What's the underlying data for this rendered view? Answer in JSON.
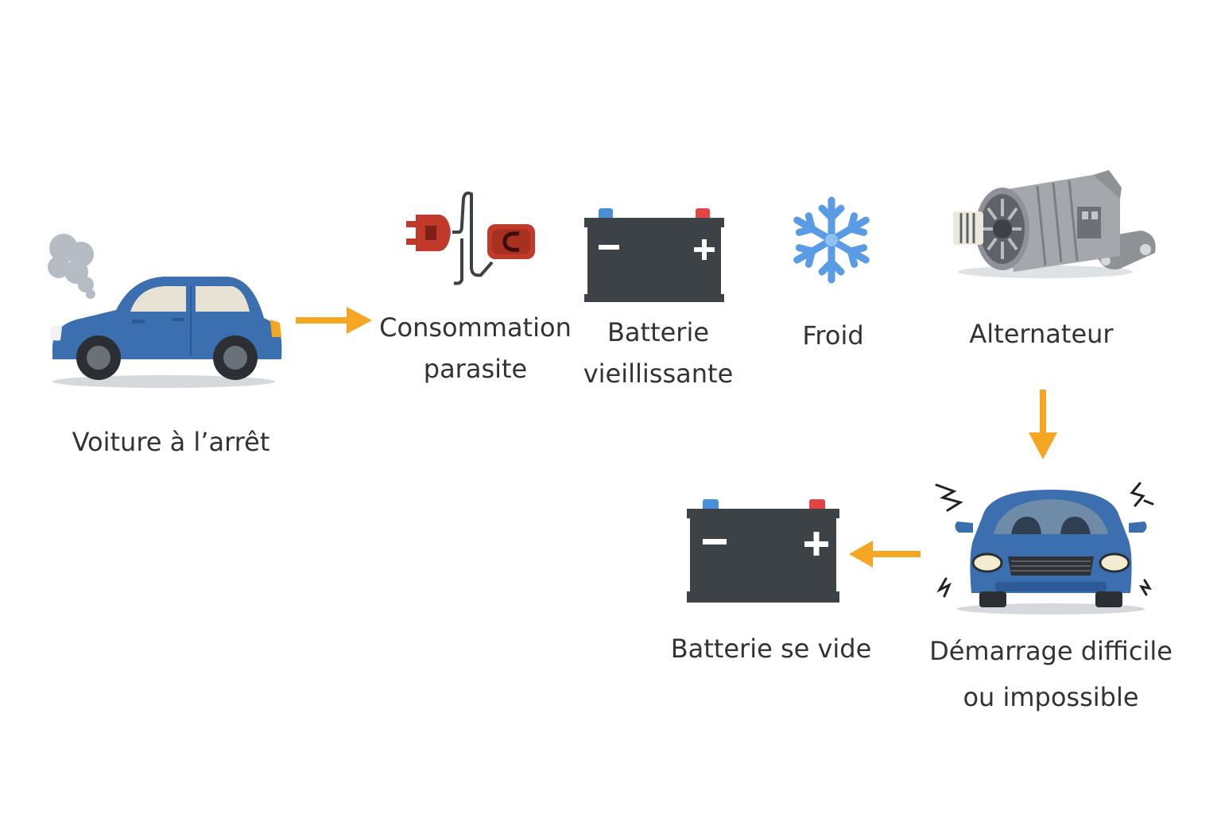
{
  "nodes": {
    "stopped_car": {
      "label": "Voiture à l’arrêt"
    },
    "parasitic": {
      "line1": "Consommation",
      "line2": "parasite"
    },
    "aging_battery": {
      "line1": "Batterie",
      "line2": "vieillissante"
    },
    "cold": {
      "label": "Froid"
    },
    "alternator": {
      "label": "Alternateur"
    },
    "hard_start": {
      "line1": "Démarrage difficile",
      "line2": "ou impossible"
    },
    "battery_drains": {
      "label": "Batterie se vide"
    }
  },
  "colors": {
    "arrow": "#f5a623",
    "car_blue": "#3b6fb0",
    "battery_dark": "#3d4247",
    "terminal_blue": "#4a90d9",
    "terminal_red": "#e04444",
    "snow_blue": "#5a9be6",
    "plug_red": "#c0392b",
    "alternator_grey": "#8e9196"
  },
  "icons": [
    "car-icon",
    "smoke-icon",
    "plug-icon",
    "battery-icon",
    "snowflake-icon",
    "alternator-icon",
    "car-front-icon",
    "battery-icon"
  ]
}
